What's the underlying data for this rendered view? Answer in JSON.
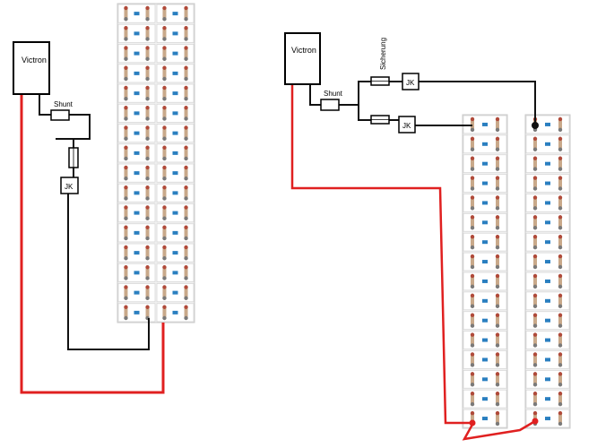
{
  "left_diagram": {
    "victron_label": "Victron",
    "shunt_label": "Shunt",
    "bms_label": "JK"
  },
  "right_diagram": {
    "victron_label": "Victron",
    "shunt_label": "Shunt",
    "fuse_label": "Sicherung",
    "bms_top_label": "JK",
    "bms_bottom_label": "JK"
  },
  "colors": {
    "positive_wire": "#e02020",
    "negative_wire": "#111111",
    "battery_frame": "#c8c8c8",
    "cell_terminal": "#2a7fc0",
    "busbar": "#c9a98a"
  }
}
